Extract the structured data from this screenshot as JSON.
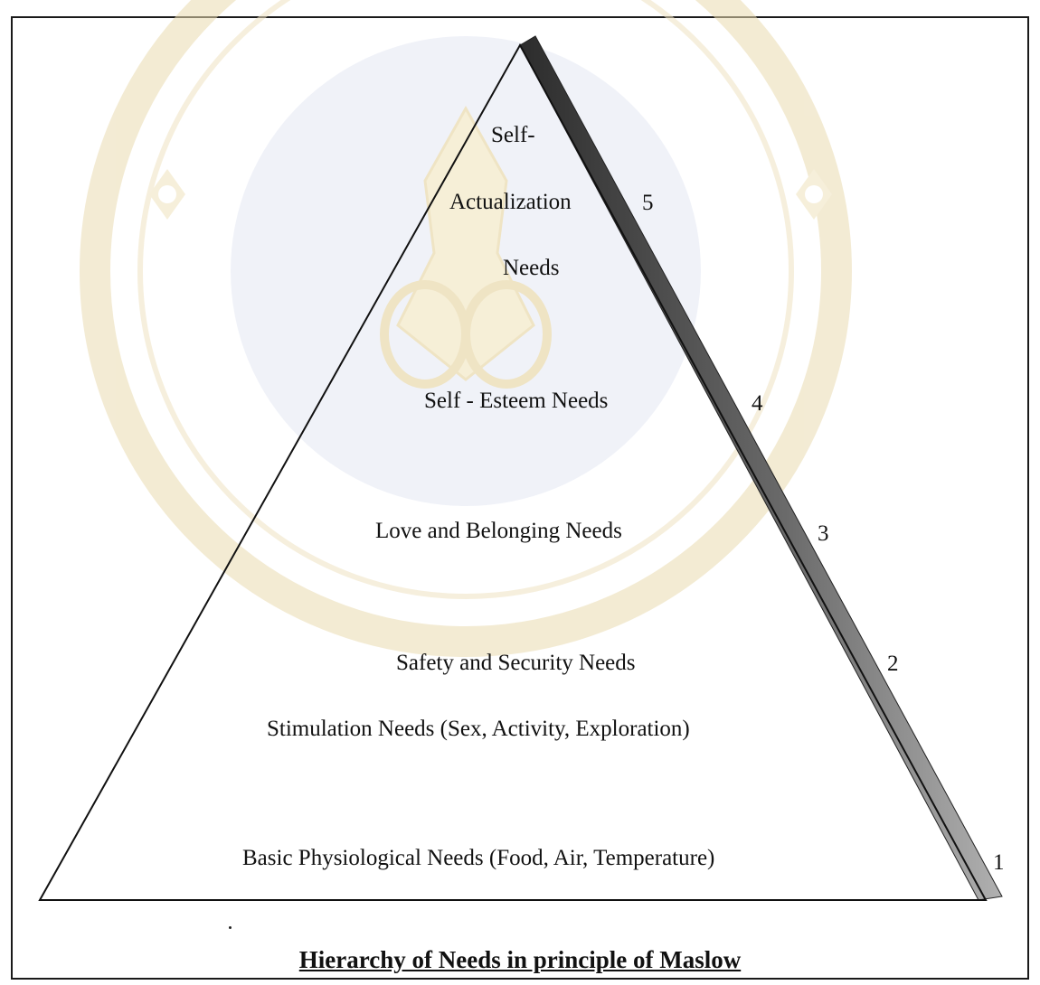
{
  "levels": [
    {
      "rank": "5",
      "lines": [
        "Self-",
        "Actualization",
        "Needs"
      ]
    },
    {
      "rank": "4",
      "lines": [
        "Self - Esteem Needs"
      ]
    },
    {
      "rank": "3",
      "lines": [
        "Love and Belonging Needs"
      ]
    },
    {
      "rank": "2",
      "lines": [
        "Safety and Security Needs",
        "Stimulation Needs (Sex, Activity, Exploration)"
      ]
    },
    {
      "rank": "1",
      "lines": [
        "Basic Physiological Needs (Food, Air, Temperature)"
      ]
    }
  ],
  "caption": "Hierarchy of Needs in principle of Maslow",
  "colors": {
    "outline": "#111111",
    "shadow_dark": "#3a3a3a",
    "shadow_light": "#9a9a9a",
    "watermark": "#e8d9a8"
  }
}
